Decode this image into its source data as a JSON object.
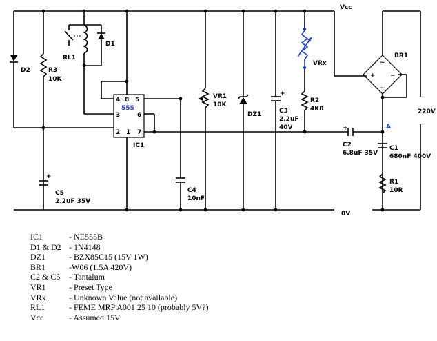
{
  "labels": {
    "vcc": "Vcc",
    "zero_v": "0V",
    "ic_ref": "IC1",
    "ic_type": "555",
    "d2": "D2",
    "r3_ref": "R3",
    "r3_val": "10K",
    "rl1": "RL1",
    "d1": "D1",
    "vr1_ref": "VR1",
    "vr1_val": "10K",
    "dz1": "DZ1",
    "c3_ref": "C3",
    "c3_val": "2.2uF",
    "c3_v": "40V",
    "vrx": "VRx",
    "r2_ref": "R2",
    "r2_val": "4K8",
    "br1": "BR1",
    "mains": "220V",
    "node_a": "A",
    "c2_ref": "C2",
    "c2_val": "6.8uF 35V",
    "c1_ref": "C1",
    "c1_val": "680nF 400V",
    "r1_ref": "R1",
    "r1_val": "10R",
    "c4_ref": "C4",
    "c4_val": "10nF",
    "c5_ref": "C5",
    "c5_val": "2.2uF 35V",
    "pins": [
      "4",
      "8",
      "5",
      "3",
      "6",
      "2",
      "1",
      "7"
    ]
  },
  "legend": [
    {
      "ref": "IC1",
      "desc": "- NE555B"
    },
    {
      "ref": "D1 & D2",
      "desc": "- 1N4148"
    },
    {
      "ref": "DZ1",
      "desc": "- BZX85C15 (15V 1W)"
    },
    {
      "ref": "BR1",
      "desc": "-W06 (1.5A 420V)"
    },
    {
      "ref": "C2 & C5",
      "desc": "- Tantalum"
    },
    {
      "ref": "VR1",
      "desc": "- Preset Type"
    },
    {
      "ref": "VRx",
      "desc": "- Unknown Value (not available)"
    },
    {
      "ref": "RL1",
      "desc": "- FEME MRP A001 25 10 (probably 5V?)"
    },
    {
      "ref": "Vcc",
      "desc": "- Assumed 15V"
    }
  ],
  "colors": {
    "wire": "#000000",
    "highlight": "#1a3ccc"
  }
}
